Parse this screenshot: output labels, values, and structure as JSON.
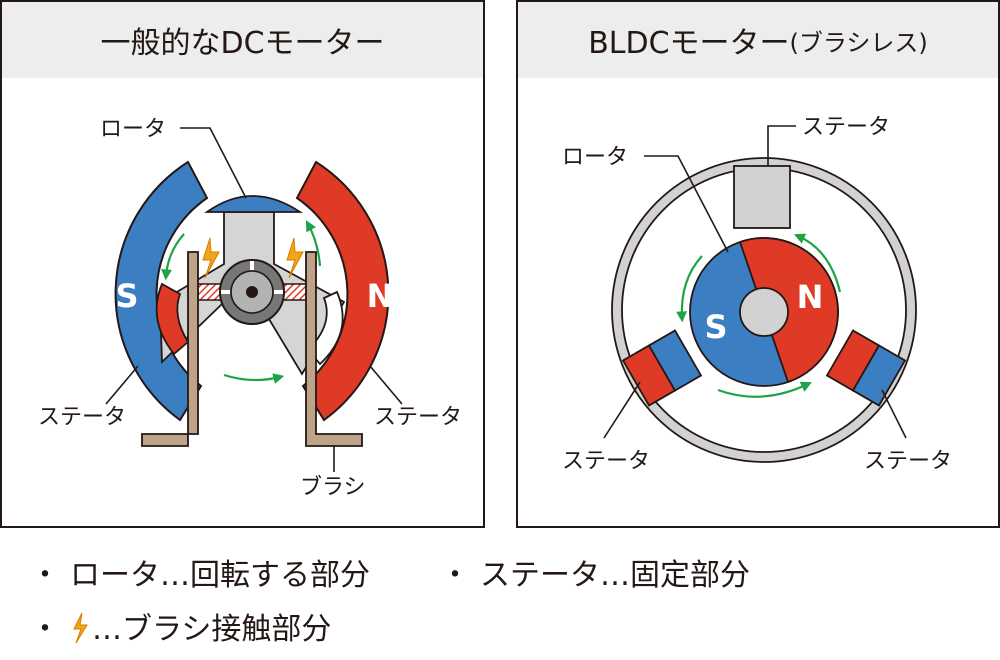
{
  "left_panel": {
    "title": "一般的なDCモーター",
    "labels": {
      "rotor": "ロータ",
      "stator_left": "ステータ",
      "stator_right": "ステータ",
      "brush": "ブラシ",
      "pole_s": "S",
      "pole_n": "N"
    }
  },
  "right_panel": {
    "title_main": "BLDCモーター",
    "title_paren": "(ブラシレス)",
    "labels": {
      "stator_top": "ステータ",
      "rotor": "ロータ",
      "stator_left": "ステータ",
      "stator_right": "ステータ",
      "pole_s": "S",
      "pole_n": "N"
    }
  },
  "legend": {
    "bullet": "・",
    "item1": "ロータ…回転する部分",
    "item2": "ステータ…固定部分",
    "item3": "…ブラシ接触部分"
  },
  "colors": {
    "blue": "#3b7ec2",
    "red": "#df3a26",
    "green": "#1fa347",
    "tan": "#bfa388",
    "gray": "#d2d2d2",
    "spark": "#f2a516"
  }
}
